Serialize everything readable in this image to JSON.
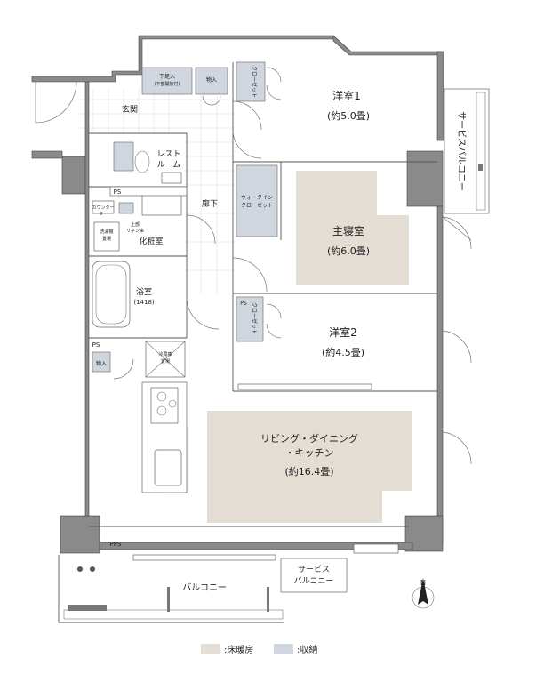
{
  "rooms": {
    "western1_name": "洋室1",
    "western1_size": "(約5.0畳)",
    "master_name": "主寝室",
    "master_size": "(約6.0畳)",
    "western2_name": "洋室2",
    "western2_size": "(約4.5畳)",
    "ldk_line1": "リビング・ダイニング",
    "ldk_line2": "・キッチン",
    "ldk_size": "(約16.4畳)",
    "entrance": "玄関",
    "restroom_line1": "レスト",
    "restroom_line2": "ルーム",
    "hallway": "廊下",
    "powder": "化粧室",
    "bath": "浴室",
    "bath_size": "(1418)",
    "balcony": "バルコニー",
    "service_balcony_bottom_line1": "サービス",
    "service_balcony_bottom_line2": "バルコニー",
    "service_balcony_right": "サービスバルコニー"
  },
  "fixtures": {
    "shoe_line1": "下足入",
    "shoe_line2": "(下部開放付)",
    "storage_top": "物入",
    "closet1": "クローゼット",
    "wic_line1": "ウォークイン",
    "wic_line2": "クローゼット",
    "ps_top": "PS",
    "counter_line1": "カウンター",
    "counter_line2": "ター",
    "washer_line1": "洗濯機",
    "washer_line2": "置場",
    "linen_line1": "上部",
    "linen_line2": "リネン庫",
    "ps_closet2": "PS",
    "closet2": "クローゼット",
    "ps_kitchen": "PS",
    "storage_kitchen": "物入",
    "fridge_line1": "冷蔵庫",
    "fridge_line2": "置場",
    "pps": "PPS"
  },
  "legend": {
    "heating_label": ":床暖房",
    "storage_label": ":収納",
    "heating_color": "#e3ddd4",
    "storage_color": "#cfd6de"
  },
  "compass": {
    "north_label": "N"
  }
}
